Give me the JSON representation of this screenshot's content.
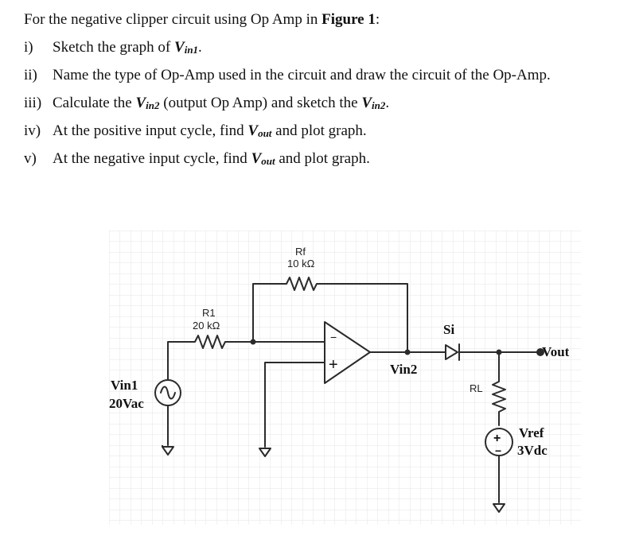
{
  "question": {
    "intro_prefix": "For the negative clipper circuit using Op Amp in ",
    "intro_figure": "Figure 1",
    "intro_suffix": ":",
    "items": [
      {
        "num": "i)",
        "pre": "Sketch the graph of ",
        "v_main": "V",
        "v_sub": "in1",
        "post": "."
      },
      {
        "num": "ii)",
        "text": "Name the type of Op-Amp used in the circuit and draw the circuit of the Op-Amp."
      },
      {
        "num": "iii)",
        "pre": "Calculate the ",
        "v_main": "V",
        "v_sub": "in2",
        "mid": " (output Op Amp) and sketch the ",
        "v2_main": "V",
        "v2_sub": "in2",
        "post": "."
      },
      {
        "num": "iv)",
        "pre": "At the positive input cycle, find ",
        "v_main": "V",
        "v_sub": "out",
        "post": " and plot graph."
      },
      {
        "num": "v)",
        "pre": "At the negative input cycle, find ",
        "v_main": "V",
        "v_sub": "out",
        "post": " and plot graph."
      }
    ]
  },
  "circuit": {
    "rf_name": "Rf",
    "rf_value": "10 kΩ",
    "r1_name": "R1",
    "r1_value": "20 kΩ",
    "opamp_minus": "−",
    "opamp_plus": "+",
    "vin2_label": "Vin2",
    "diode_label": "Si",
    "vout_label": "Vout",
    "rl_label": "RL",
    "vin1_label": "Vin1",
    "vin1_value": "20Vac",
    "vref_label": "Vref",
    "vref_value": "3Vdc",
    "source_plus": "+",
    "source_minus": "−",
    "wire_color": "#2b2b2b",
    "grid_color": "#e6e6e6"
  }
}
